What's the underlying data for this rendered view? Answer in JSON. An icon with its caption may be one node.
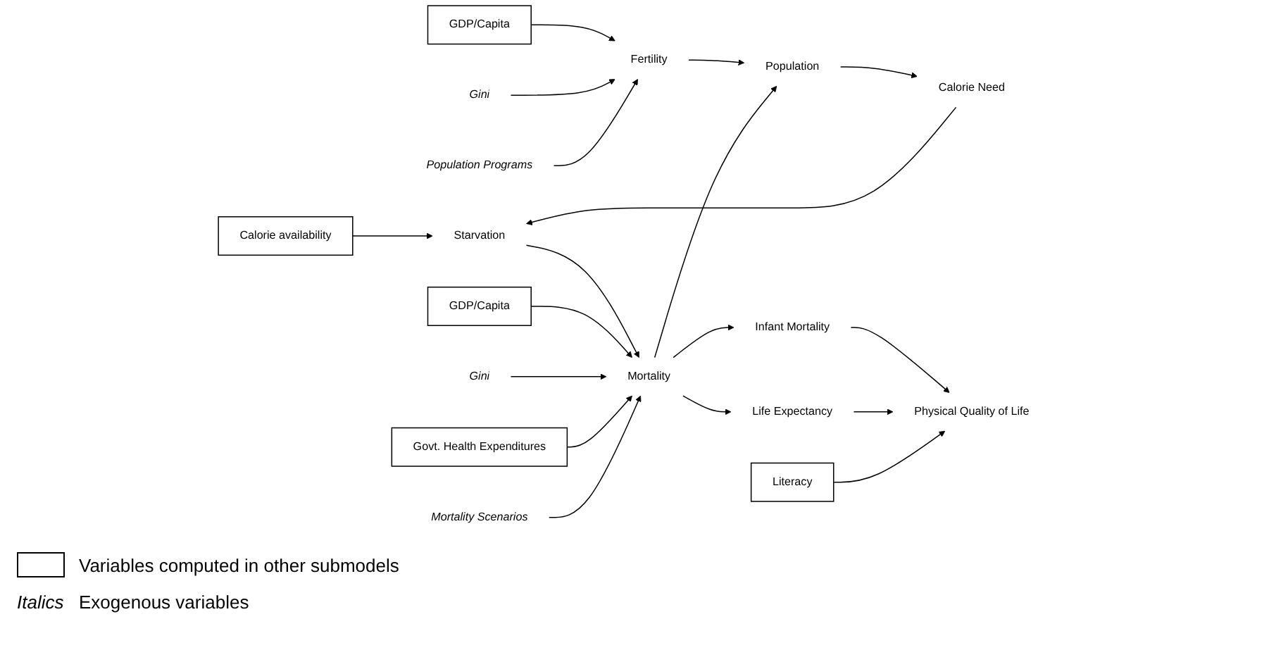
{
  "diagram": {
    "nodes": [
      {
        "text": [
          "GDP/Capita"
        ]
      },
      {
        "text": [
          "Gini"
        ]
      },
      {
        "text": [
          "Fertility"
        ]
      },
      {
        "text": [
          "Population Programs"
        ]
      },
      {
        "text": [
          "Population"
        ]
      },
      {
        "text": [
          "Calorie Need"
        ]
      },
      {
        "text": [
          "Starvation"
        ]
      },
      {
        "text": [
          "Calorie availability"
        ]
      },
      {
        "text": [
          "GDP/Capita"
        ]
      },
      {
        "text": [
          "Mortality"
        ]
      },
      {
        "text": [
          "Gini"
        ]
      },
      {
        "text": [
          "Govt. Health Expenditures"
        ]
      },
      {
        "text": [
          "Mortality Scenarios"
        ]
      },
      {
        "text": [
          "Infant Mortality"
        ]
      },
      {
        "text": [
          "Life Expectancy"
        ]
      },
      {
        "text": [
          "Physical Quality of Life"
        ]
      },
      {
        "text": [
          "Literacy"
        ]
      }
    ],
    "edges": [
      {
        "from": 0,
        "to": 2,
        "arrow": "to"
      },
      {
        "from": 1,
        "to": 2,
        "arrow": "to"
      },
      {
        "from": 3,
        "to": 2,
        "arrow": "to"
      },
      {
        "from": 2,
        "to": 4,
        "arrow": "to"
      },
      {
        "from": 4,
        "to": 5,
        "arrow": "to"
      },
      {
        "from": 5,
        "to": 6,
        "arrow": "to"
      },
      {
        "from": 7,
        "to": 6,
        "arrow": "to"
      },
      {
        "from": 6,
        "to": 9,
        "arrow": "to"
      },
      {
        "from": 8,
        "to": 9,
        "arrow": "to"
      },
      {
        "from": 10,
        "to": 9,
        "arrow": "to"
      },
      {
        "from": 11,
        "to": 9,
        "arrow": "to"
      },
      {
        "from": 12,
        "to": 9,
        "arrow": "to"
      },
      {
        "from": 9,
        "to": 4,
        "arrow": "to"
      },
      {
        "from": 9,
        "to": 13,
        "arrow": "to"
      },
      {
        "from": 9,
        "to": 14,
        "arrow": "to"
      },
      {
        "from": 13,
        "to": 15,
        "arrow": "to"
      },
      {
        "from": 14,
        "to": 15,
        "arrow": "to"
      },
      {
        "from": 16,
        "to": 15,
        "arrow": "to"
      }
    ],
    "labels": [
      "Italics"
    ],
    "legend": [
      {
        "text": "Variables computed in other submodels"
      },
      {
        "text": "Exogenous variables"
      }
    ]
  }
}
